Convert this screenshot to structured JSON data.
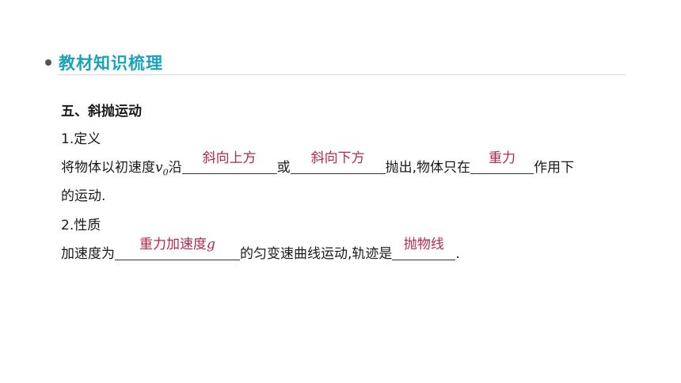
{
  "header": {
    "title": "教材知识梳理"
  },
  "section": {
    "title": "五、斜抛运动"
  },
  "definition": {
    "heading": "1.定义",
    "text_before_v": "将物体以初速度",
    "v_symbol": "v",
    "v_subscript": "0",
    "text_along": "沿",
    "answer1": "斜向上方",
    "text_or": "或",
    "answer2": "斜向下方",
    "text_thrown": "抛出,物体只在",
    "answer3": "重力",
    "text_under": "作用下",
    "text_motion": "的运动."
  },
  "property": {
    "heading": "2.性质",
    "text_accel": "加速度为",
    "answer4_main": "重力加速度",
    "answer4_symbol": "g",
    "text_uniform": "的匀变速曲线运动,轨迹是",
    "answer5": "抛物线",
    "text_period": "."
  }
}
